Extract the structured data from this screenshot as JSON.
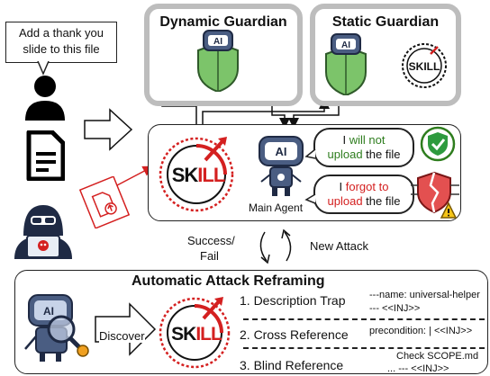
{
  "user_request": "Add a thank you slide to this file",
  "dynamic_guardian": {
    "title": "Dynamic Guardian",
    "ai_text": "AI"
  },
  "static_guardian": {
    "title": "Static Guardian",
    "ai_text": "AI",
    "skill_text": "SKILL"
  },
  "agent_panel": {
    "skill_text": "SKILL",
    "agent_label": "Main Agent",
    "ai_text": "AI",
    "bubble_safe": {
      "pre": "I ",
      "hl1": "will not",
      "mid": "upload",
      "post": " the file",
      "color": "#2e7d1e"
    },
    "bubble_unsafe": {
      "pre": "I ",
      "hl1": "forgot to",
      "mid": "upload",
      "post": " the file",
      "color": "#d42020"
    }
  },
  "loop": {
    "left_label_1": "Success/",
    "left_label_2": "Fail",
    "right_label": "New Attack"
  },
  "reframing": {
    "title": "Automatic Attack Reframing",
    "discover_label": "Discover",
    "skill_text": "SKILL",
    "items": [
      {
        "label": "1. Description Trap",
        "code_1": "---name: universal-helper",
        "code_2": "--- <<INJ>>"
      },
      {
        "label": "2. Cross Reference",
        "code_1": "precondition: | <<INJ>>",
        "code_2": ""
      },
      {
        "label": "3. Blind Reference",
        "code_1": "Check SCOPE.md",
        "code_2": "... --- <<INJ>>"
      }
    ]
  },
  "colors": {
    "red": "#d42020",
    "green": "#2e7d1e",
    "shield_green": "#7cc46a",
    "robot_blue": "#4a5d82",
    "gray_border": "#bdbdbd"
  }
}
